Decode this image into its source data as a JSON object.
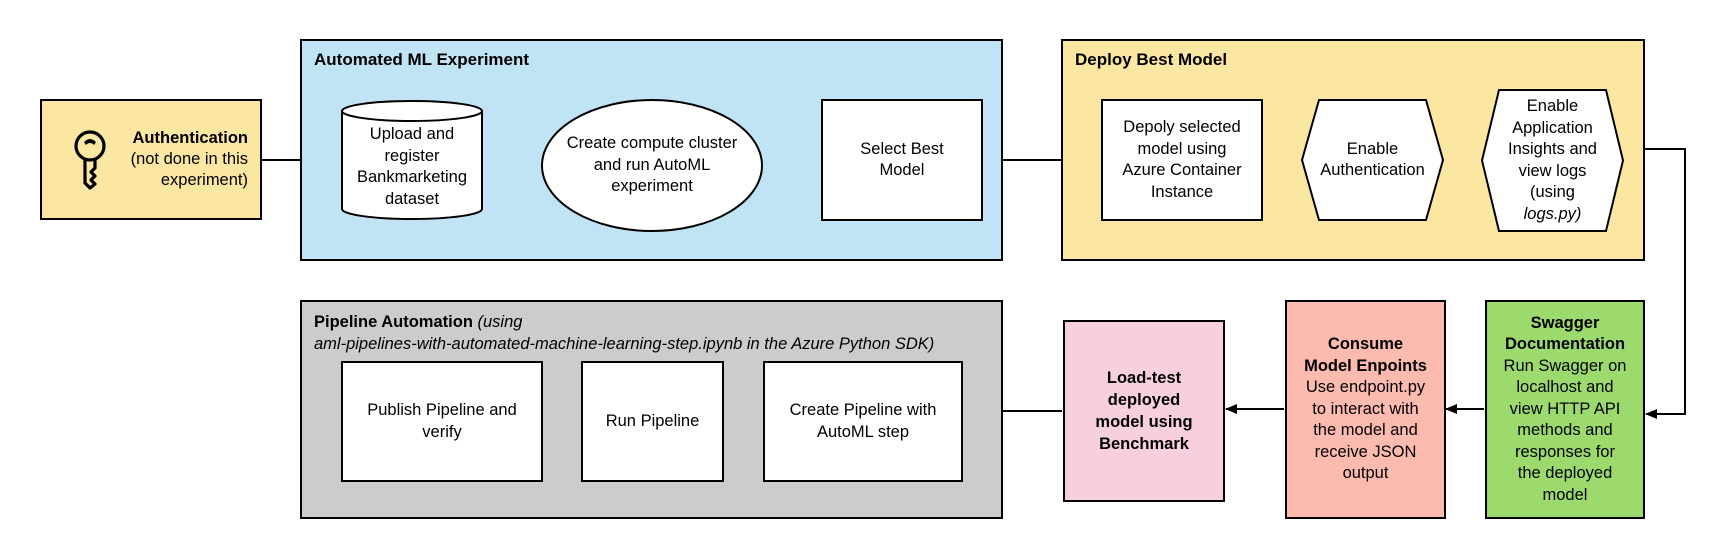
{
  "colors": {
    "automl_bg": "#C1E3F6",
    "deploy_bg": "#FCE7A2",
    "auth_bg": "#FCE7A2",
    "pipeline_bg": "#CCCCCC",
    "loadtest_bg": "#F8D0DC",
    "consume_bg": "#FDBAAE",
    "swagger_bg": "#9CDA6E"
  },
  "authentication": {
    "icon": "key-icon",
    "title": "Authentication",
    "line1": "(not done in this",
    "line2": "experiment)"
  },
  "automl": {
    "title": "Automated ML Experiment",
    "upload": [
      "Upload and",
      "register",
      "Bankmarketing",
      "dataset"
    ],
    "compute": [
      "Create compute cluster",
      "and run AutoML",
      "experiment"
    ],
    "select": [
      "Select Best",
      "Model"
    ]
  },
  "deploy": {
    "title": "Deploy Best Model",
    "aci": [
      "Depoly selected",
      "model using",
      "Azure Container",
      "Instance"
    ],
    "enable_auth": [
      "Enable",
      "Authentication"
    ],
    "insights": [
      "Enable",
      "Application",
      "Insights and",
      "view logs",
      "(using"
    ],
    "insights_italic": "logs.py)"
  },
  "swagger": {
    "title": [
      "Swagger",
      "Documentation"
    ],
    "body": [
      "Run Swagger on",
      "localhost and",
      "view HTTP API",
      "methods and",
      "responses for",
      "the deployed",
      "model"
    ]
  },
  "consume": {
    "title": [
      "Consume",
      "Model Enpoints"
    ],
    "body": [
      "Use endpoint.py",
      "to interact with",
      "the model and",
      "receive JSON",
      "output"
    ]
  },
  "loadtest": {
    "title": [
      "Load-test",
      "deployed",
      "model using",
      "Benchmark"
    ]
  },
  "pipeline": {
    "title": "Pipeline Automation",
    "subtitle_part1": "(using",
    "subtitle_part2": "aml-pipelines-with-automated-machine-learning-step.ipynb in the Azure Python SDK)",
    "create": [
      "Create Pipeline with",
      "AutoML step"
    ],
    "run": [
      "Run Pipeline"
    ],
    "publish": [
      "Publish Pipeline and",
      "verify"
    ]
  }
}
